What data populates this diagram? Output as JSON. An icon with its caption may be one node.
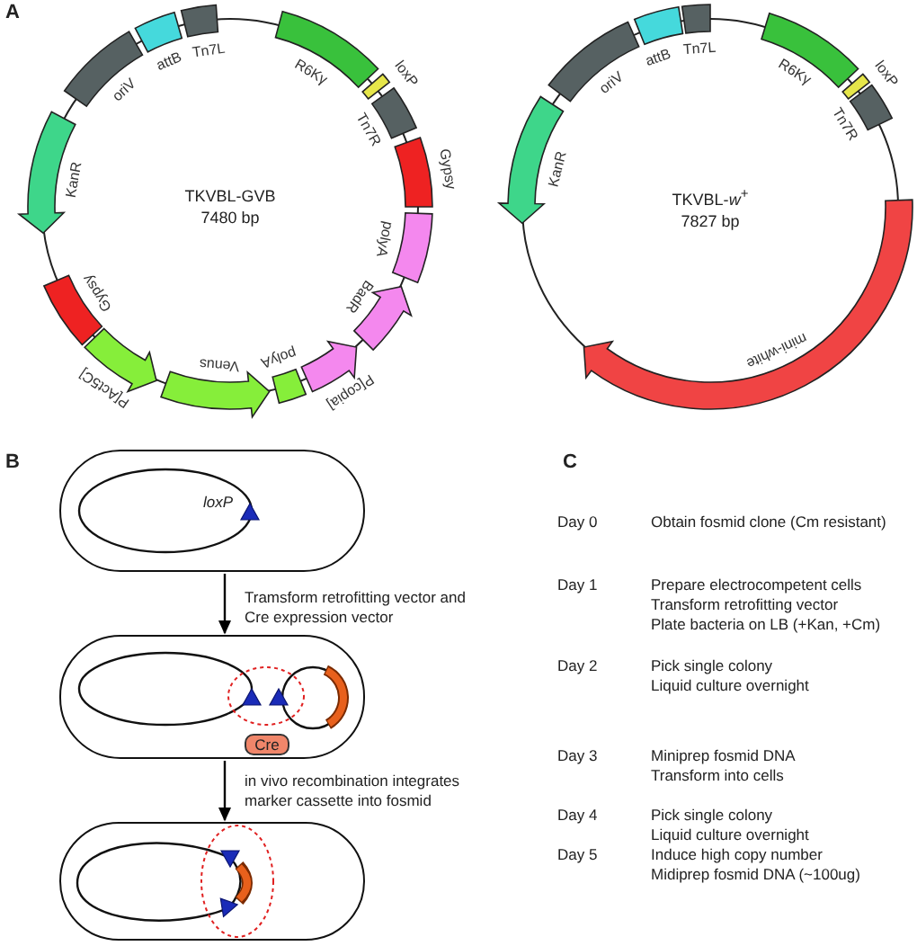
{
  "diagram": {
    "nodes": [
      {
        "text": [
          "TKVBL-GVB",
          "7480 bp"
        ]
      },
      {
        "text": [
          "TKVBL-*w*$^{+}$",
          "7827 bp"
        ]
      },
      {
        "text": [
          "loxP"
        ]
      },
      {
        "text": [],
        "shape": "box"
      },
      {
        "text": [
          "Cre"
        ],
        "in": 3
      },
      {
        "text": [],
        "shape": "box"
      }
    ],
    "edges": [
      {
        "from": 2,
        "to": 3,
        "arrow": "to",
        "label": "Tramsform retrofitting vector and Cre expression vector"
      },
      {
        "from": 3,
        "to": 5,
        "arrow": "to",
        "label": "in vivo recombination integrates marker cassette into fosmid"
      }
    ],
    "labels": [
      "A",
      "oriV",
      "attB",
      "Tn7L",
      "R6Kγ",
      "loxP",
      "Tn7R",
      "KanR",
      "Gypsy",
      "polyA",
      "Gypsy",
      "BadR",
      "P[Act5C]",
      "Venus",
      "polyA",
      "P[copia]",
      "oriV",
      "attB",
      "Tn7L",
      "R6Kγ",
      "loxP",
      "Tn7R",
      "KanR",
      "mini-white",
      "B",
      "C",
      "Day 0",
      "Obtain fosmid clone (Cm resistant)",
      "Day 1",
      "Prepare electrocompetent cells",
      "Transform retrofitting vector",
      "Plate bacteria on LB (+Kan, +Cm)",
      "Day 2",
      "Pick single colony",
      "Liquid culture overnight",
      "Day 3",
      "Miniprep fosmid DNA",
      "Transform into cells",
      "Day 4",
      "Pick single colony",
      "Liquid culture overnight",
      "Day 5",
      "Induce high copy number",
      "Midiprep fosmid DNA (~100ug)"
    ]
  }
}
